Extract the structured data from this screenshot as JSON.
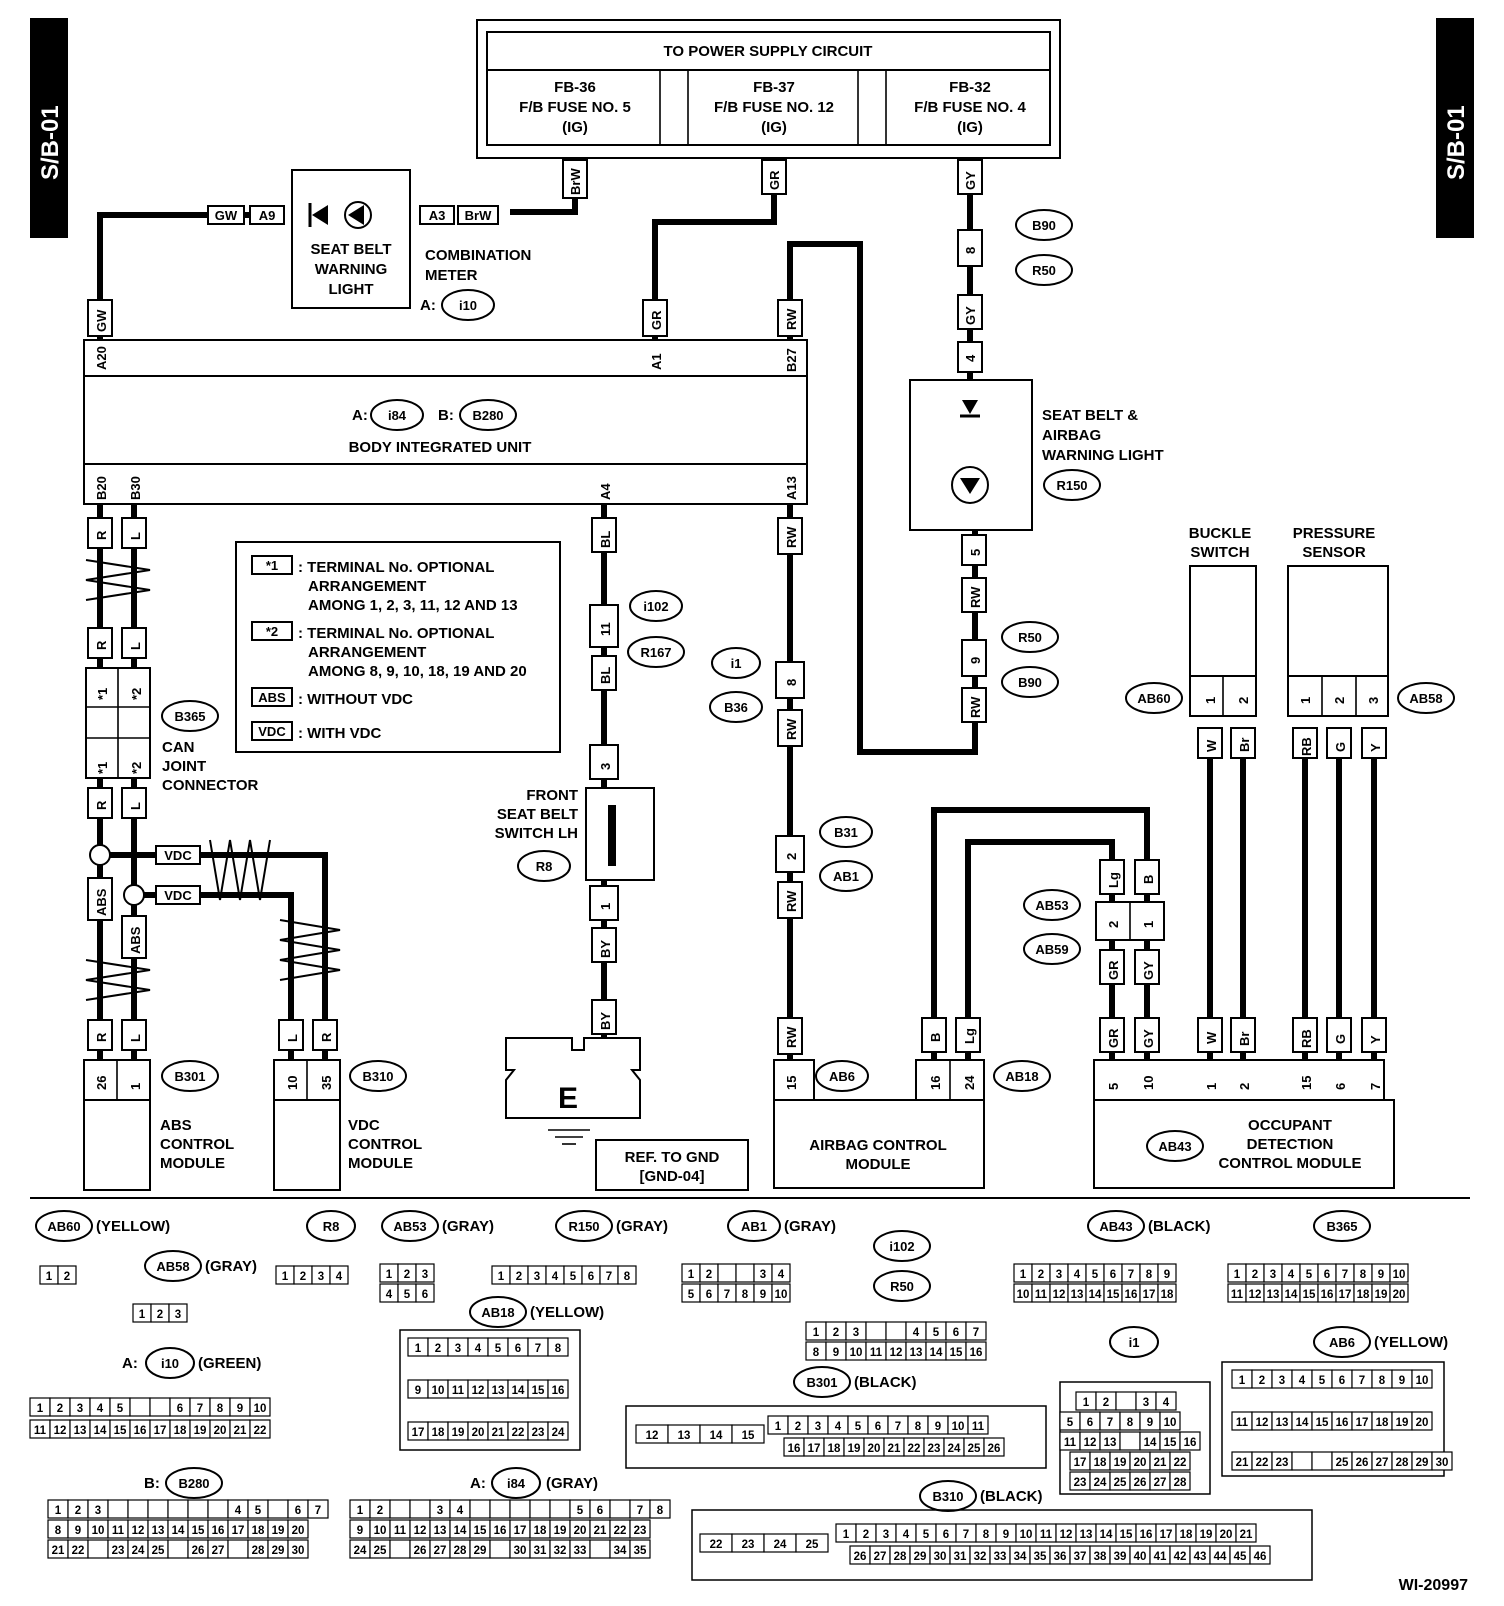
{
  "side_tags": {
    "left": "S/B-01",
    "right": "S/B-01"
  },
  "power_supply": {
    "title": "TO POWER SUPPLY CIRCUIT",
    "fuses": [
      {
        "id": "FB-36",
        "name": "F/B FUSE NO. 5",
        "ig": "(IG)"
      },
      {
        "id": "FB-37",
        "name": "F/B FUSE NO. 12",
        "ig": "(IG)"
      },
      {
        "id": "FB-32",
        "name": "F/B FUSE NO. 4",
        "ig": "(IG)"
      }
    ]
  },
  "seat_belt_warning_light": {
    "line1": "SEAT BELT",
    "line2": "WARNING",
    "line3": "LIGHT"
  },
  "combination_meter": {
    "line1": "COMBINATION",
    "line2": "METER",
    "conn_prefix": "A:",
    "conn": "i10"
  },
  "body_integrated_unit": {
    "label": "BODY INTEGRATED UNIT",
    "a_prefix": "A:",
    "a_conn": "i84",
    "b_prefix": "B:",
    "b_conn": "B280"
  },
  "airbag_warning_light": {
    "line1": "SEAT BELT &",
    "line2": "AIRBAG",
    "line3": "WARNING LIGHT",
    "conn": "R150"
  },
  "legend": {
    "items": [
      {
        "sym": "*1",
        "lines": [
          ": TERMINAL No. OPTIONAL",
          "ARRANGEMENT",
          "AMONG 1, 2, 3, 11, 12 AND 13"
        ]
      },
      {
        "sym": "*2",
        "lines": [
          ": TERMINAL No. OPTIONAL",
          "ARRANGEMENT",
          "AMONG 8, 9, 10, 18, 19 AND 20"
        ]
      },
      {
        "sym": "ABS",
        "lines": [
          ": WITHOUT VDC"
        ]
      },
      {
        "sym": "VDC",
        "lines": [
          ": WITH VDC"
        ]
      }
    ]
  },
  "can_joint_connector": {
    "conn": "B365",
    "line1": "CAN",
    "line2": "JOINT",
    "line3": "CONNECTOR"
  },
  "front_seat_belt_switch": {
    "line1": "FRONT",
    "line2": "SEAT BELT",
    "line3": "SWITCH LH",
    "conn": "R8"
  },
  "ground": {
    "symbol": "E",
    "ref_line1": "REF. TO GND",
    "ref_line2": "[GND-04]"
  },
  "buckle_switch": {
    "line1": "BUCKLE",
    "line2": "SWITCH",
    "conn": "AB60"
  },
  "pressure_sensor": {
    "line1": "PRESSURE",
    "line2": "SENSOR",
    "conn": "AB58"
  },
  "abs_module": {
    "line1": "ABS",
    "line2": "CONTROL",
    "line3": "MODULE",
    "conn": "B301"
  },
  "vdc_module": {
    "line1": "VDC",
    "line2": "CONTROL",
    "line3": "MODULE",
    "conn": "B310"
  },
  "airbag_module": {
    "line1": "AIRBAG CONTROL",
    "line2": "MODULE",
    "conn_a": "AB6",
    "conn_b": "AB18"
  },
  "occupant_module": {
    "line1": "OCCUPANT",
    "line2": "DETECTION",
    "line3": "CONTROL MODULE",
    "conn": "AB43"
  },
  "wire_colors": {
    "BrW": "BrW",
    "GR": "GR",
    "GY": "GY",
    "GW": "GW",
    "RW": "RW",
    "R": "R",
    "L": "L",
    "BL": "BL",
    "BY": "BY",
    "B": "B",
    "Lg": "Lg",
    "W": "W",
    "Br": "Br",
    "RB": "RB",
    "G": "G",
    "Y": "Y",
    "ABS": "ABS",
    "VDC": "VDC",
    "star1": "*1",
    "star2": "*2"
  },
  "pins": {
    "A9": "A9",
    "A3": "A3",
    "A20": "A20",
    "A1": "A1",
    "B27": "B27",
    "B20": "B20",
    "B30": "B30",
    "A4": "A4",
    "A13": "A13",
    "p8": "8",
    "p4": "4",
    "p5": "5",
    "p9": "9",
    "p11": "11",
    "p3": "3",
    "p1": "1",
    "p2": "2",
    "p26": "26",
    "p10": "10",
    "p35": "35",
    "p15": "15",
    "p16": "16",
    "p24": "24",
    "p6": "6",
    "p7": "7"
  },
  "inline_connectors": {
    "B90": "B90",
    "R50": "R50",
    "i102": "i102",
    "R167": "R167",
    "i1": "i1",
    "B36": "B36",
    "B31": "B31",
    "AB1": "AB1",
    "AB53": "AB53",
    "AB59": "AB59"
  },
  "connector_views": [
    {
      "code": "AB60",
      "color": "(YELLOW)"
    },
    {
      "code": "AB58",
      "color": "(GRAY)"
    },
    {
      "code": "R8",
      "color": ""
    },
    {
      "code": "AB53",
      "color": "(GRAY)"
    },
    {
      "code": "R150",
      "color": "(GRAY)"
    },
    {
      "code": "AB1",
      "color": "(GRAY)"
    },
    {
      "code": "i102",
      "color": ""
    },
    {
      "code": "R50",
      "color": ""
    },
    {
      "code": "AB43",
      "color": "(BLACK)"
    },
    {
      "code": "B365",
      "color": ""
    },
    {
      "code": "AB18",
      "color": "(YELLOW)"
    },
    {
      "code": "B301",
      "color": "(BLACK)"
    },
    {
      "code": "i1",
      "color": ""
    },
    {
      "code": "AB6",
      "color": "(YELLOW)"
    },
    {
      "code": "i10",
      "prefix": "A:",
      "color": "(GREEN)"
    },
    {
      "code": "B280",
      "prefix": "B:",
      "color": ""
    },
    {
      "code": "i84",
      "prefix": "A:",
      "color": "(GRAY)"
    },
    {
      "code": "B310",
      "color": "(BLACK)"
    }
  ],
  "figure_id": "WI-20997"
}
